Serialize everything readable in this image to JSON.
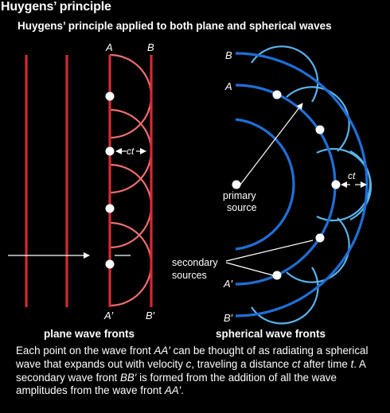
{
  "title": "Huygens’ principle",
  "subtitle": "Huygens’ principle applied to both plane and spherical waves",
  "plane": {
    "label_A": "A",
    "label_B": "B",
    "label_A_prime": "A′",
    "label_B_prime": "B′",
    "ct": "ct",
    "caption": "plane wave fronts"
  },
  "spherical": {
    "label_A": "A",
    "label_B": "B",
    "label_A_prime": "A′",
    "label_B_prime": "B′",
    "ct": "ct",
    "primary_line1": "primary",
    "primary_line2": "source",
    "secondary_line1": "secondary",
    "secondary_line2": "sources",
    "caption": "spherical wave fronts"
  },
  "description": {
    "p1": "Each point on the wave front ",
    "aa1": "AA′",
    "p2": " can be thought of as radiating a spherical wave that expands out with velocity ",
    "c": "c",
    "p3": ", traveling a distance ",
    "ct": "ct",
    "p4": " after time ",
    "t": "t",
    "p5": ". A secondary wave front ",
    "bb": "BB′",
    "p6": " is formed from the addition of all the wave amplitudes from the wave front ",
    "aa2": "AA′",
    "p7": "."
  },
  "colors": {
    "background": "#000000",
    "plane_front": "#d42a34",
    "plane_secondary": "#ee6f70",
    "spherical_front": "#1f6fd6",
    "spherical_secondary": "#5ab4ec",
    "text": "#ffffff"
  }
}
